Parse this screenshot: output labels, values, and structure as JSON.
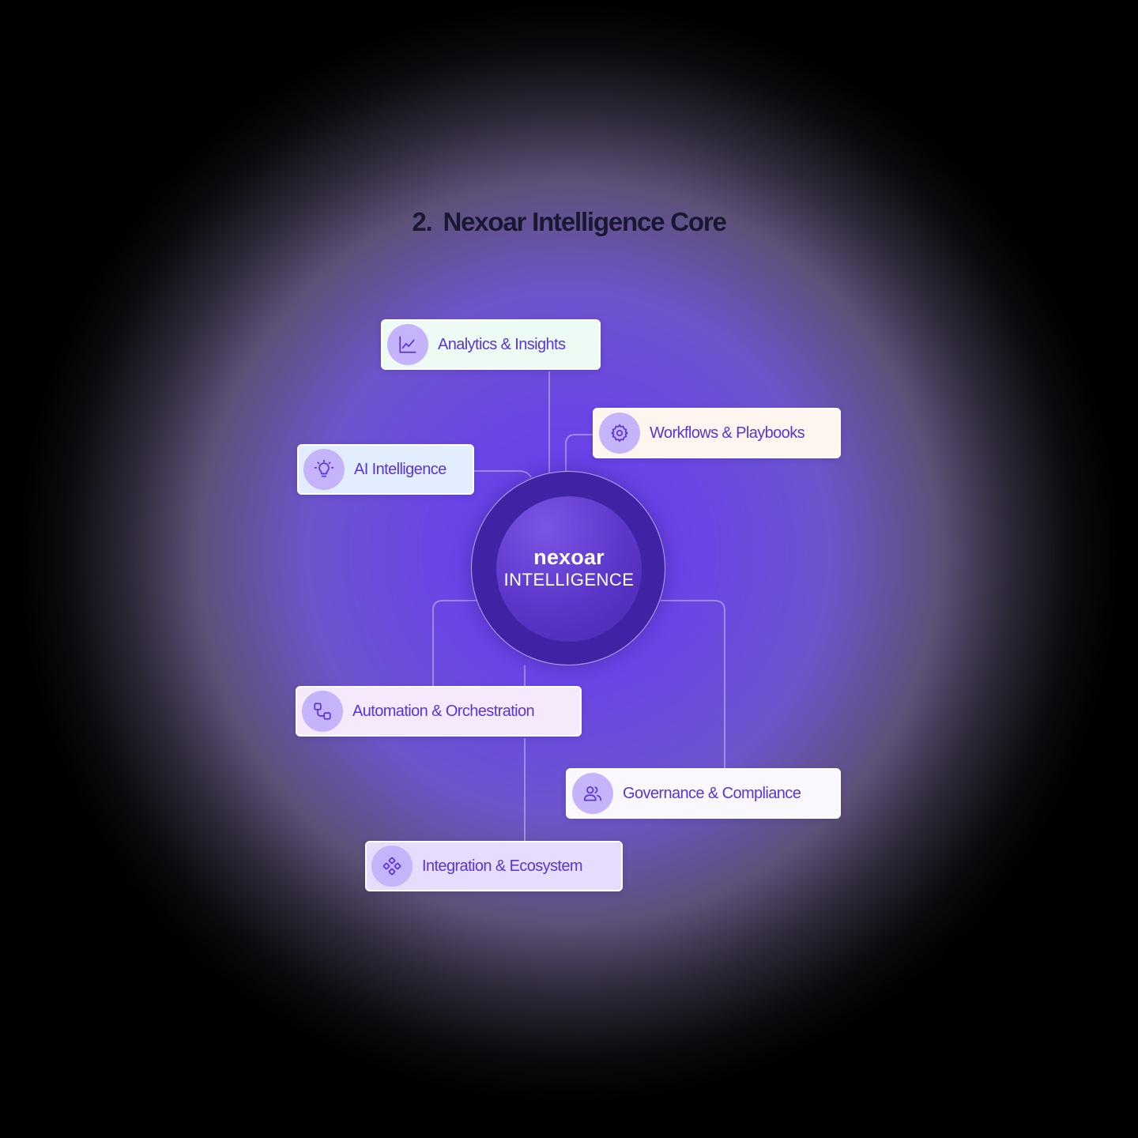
{
  "title": {
    "number": "2.",
    "text": "Nexoar Intelligence Core"
  },
  "core": {
    "brand": "nexoar",
    "subtitle": "INTELLIGENCE"
  },
  "nodes": [
    {
      "label": "Analytics & Insights",
      "icon": "chart-line-icon",
      "color": "#ecfbf4"
    },
    {
      "label": "Workflows & Playbooks",
      "icon": "gear-icon",
      "color": "#fdf5ee"
    },
    {
      "label": "AI Intelligence",
      "icon": "lightbulb-icon",
      "color": "#e2eefe"
    },
    {
      "label": "Automation & Orchestration",
      "icon": "flow-nodes-icon",
      "color": "#f6e9fb"
    },
    {
      "label": "Governance & Compliance",
      "icon": "users-icon",
      "color": "#faf8fc"
    },
    {
      "label": "Integration & Ecosystem",
      "icon": "integration-icon",
      "color": "#e6dcfb"
    }
  ],
  "colors": {
    "accent": "#5a34d6",
    "icon_bg": "#c6b4fb",
    "core": "#3f23a4",
    "line": "#c9bcf5"
  }
}
